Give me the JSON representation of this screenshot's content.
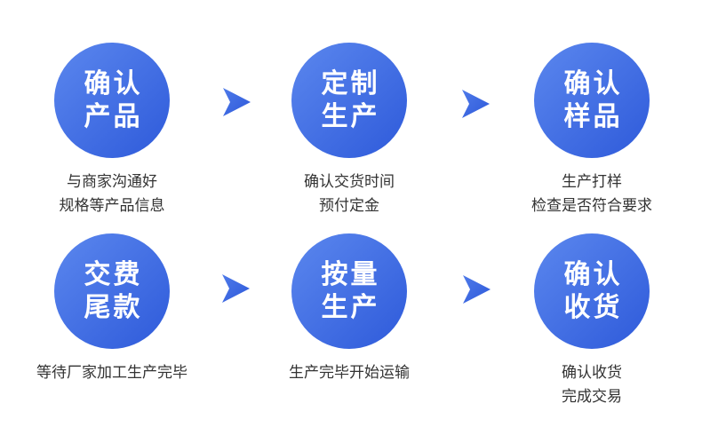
{
  "diagram": {
    "type": "process-flow",
    "background_color": "#ffffff",
    "circle_gradient_start": "#5b87ee",
    "circle_gradient_end": "#2e5ada",
    "circle_text_color": "#ffffff",
    "caption_text_color": "#333333",
    "arrow_gradient_start": "#4e7ae9",
    "arrow_gradient_end": "#2e59da",
    "rows": 2,
    "columns": 3
  },
  "steps": [
    {
      "title_line1": "确认",
      "title_line2": "产品",
      "caption_lines": [
        "与商家沟通好",
        "规格等产品信息"
      ]
    },
    {
      "title_line1": "定制",
      "title_line2": "生产",
      "caption_lines": [
        "确认交货时间",
        "预付定金"
      ]
    },
    {
      "title_line1": "确认",
      "title_line2": "样品",
      "caption_lines": [
        "生产打样",
        "检查是否符合要求"
      ]
    },
    {
      "title_line1": "交费",
      "title_line2": "尾款",
      "caption_lines": [
        "等待厂家加工生产完毕"
      ]
    },
    {
      "title_line1": "按量",
      "title_line2": "生产",
      "caption_lines": [
        "生产完毕开始运输"
      ]
    },
    {
      "title_line1": "确认",
      "title_line2": "收货",
      "caption_lines": [
        "确认收货",
        "完成交易"
      ]
    }
  ]
}
